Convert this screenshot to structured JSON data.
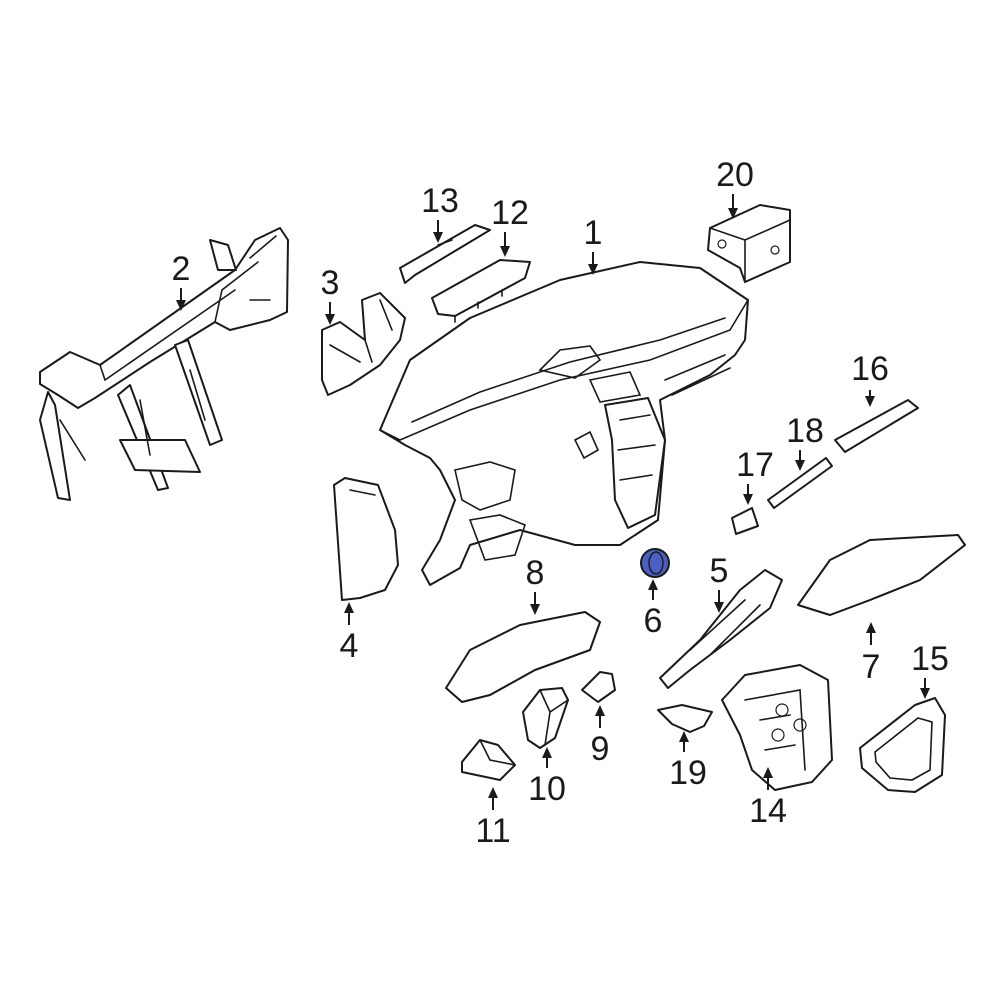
{
  "highlight_color": "#4a5fc1",
  "callouts": {
    "c1": "1",
    "c2": "2",
    "c3": "3",
    "c4": "4",
    "c5": "5",
    "c6": "6",
    "c7": "7",
    "c8": "8",
    "c9": "9",
    "c10": "10",
    "c11": "11",
    "c12": "12",
    "c13": "13",
    "c14": "14",
    "c15": "15",
    "c16": "16",
    "c17": "17",
    "c18": "18",
    "c19": "19",
    "c20": "20"
  }
}
